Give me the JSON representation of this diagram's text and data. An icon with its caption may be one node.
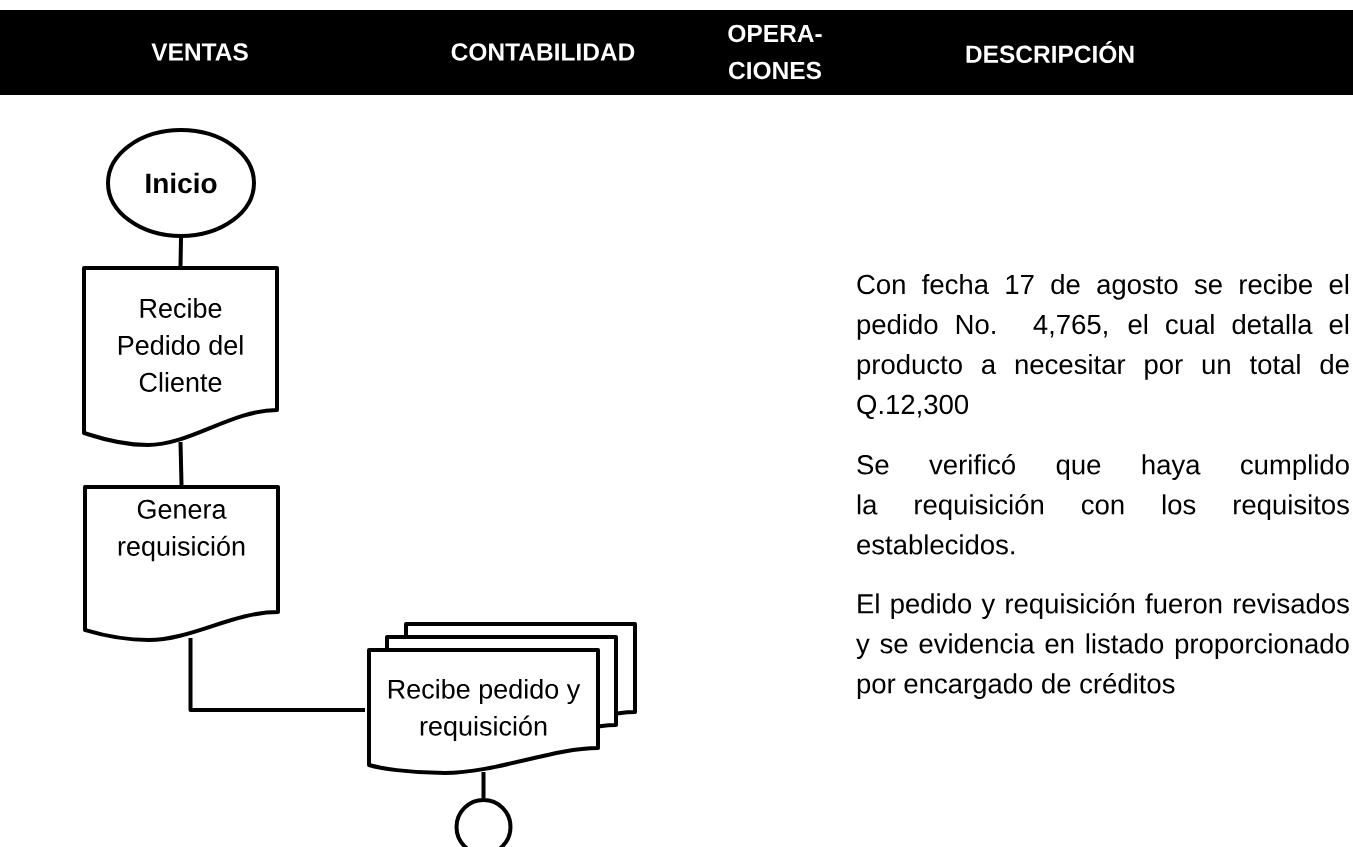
{
  "diagram": {
    "nodes": [
      {
        "text": [
          "Inicio"
        ]
      },
      {
        "text": [
          "Recibe Pedido del Cliente"
        ]
      },
      {
        "text": [
          "Genera requisición"
        ]
      },
      {
        "text": [
          "Recibe pedido y requisición"
        ]
      },
      {
        "text": [],
        "shape": "circle"
      }
    ],
    "edges": [
      {
        "from": 0,
        "to": 1,
        "arrow": "none"
      },
      {
        "from": 1,
        "to": 2,
        "arrow": "none"
      },
      {
        "from": 2,
        "to": 3,
        "arrow": "none"
      },
      {
        "from": 3,
        "to": 4,
        "arrow": "none"
      }
    ],
    "labels": [
      "VENTAS",
      "CONTABILIDAD",
      "OPERA- CIONES",
      "DESCRIPCIÓN",
      "Con fecha 17 de agosto se recibe el pedido No. 4,765, el cual detalla el producto a necesitar por un total de Q.12,300",
      "Se verificó que haya cumplido la requisición con los requisitos establecidos.",
      "El pedido y requisición fueron revisados y se evidencia en listado proporcionado por encargado de créditos"
    ]
  }
}
